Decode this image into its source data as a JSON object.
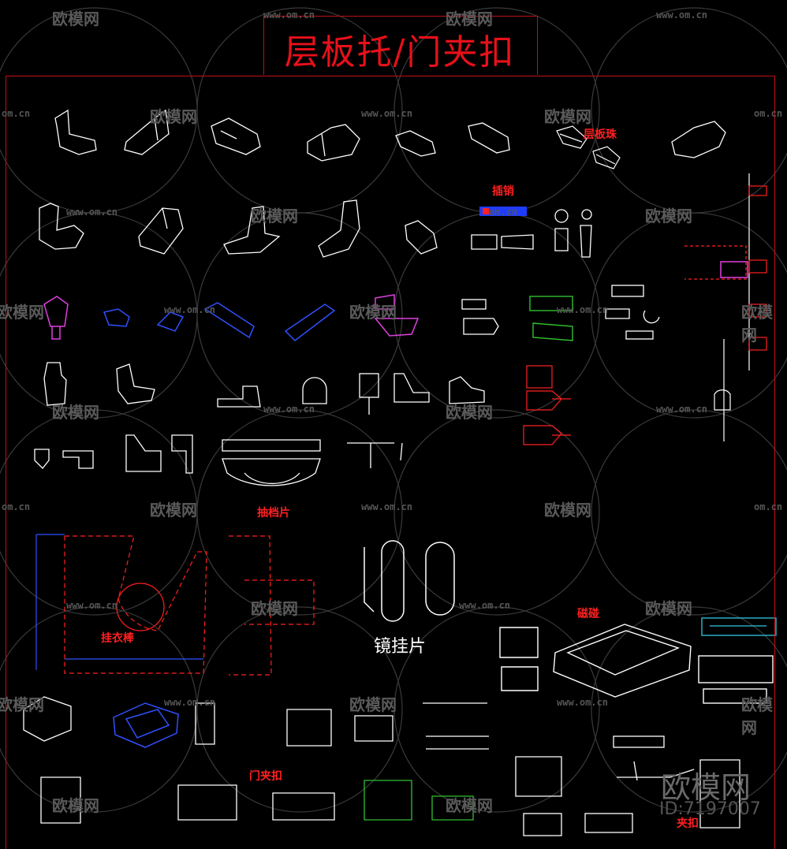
{
  "title": "层板托/门夹扣",
  "labels": {
    "shelf_ball": "层板珠",
    "pin": "插销",
    "drawer_stop": "抽档片",
    "hanging_rod": "挂衣棒",
    "mirror_hanger": "镜挂片",
    "magnetic_catch": "磁碰",
    "door_clip": "门夹扣",
    "clip": "夹扣"
  },
  "watermark": {
    "logo": "欧模网",
    "url": "www.om.cn",
    "url_short": "om.cn",
    "big_logo": "欧模网",
    "id": "ID:7197007"
  },
  "colors": {
    "background": "#000000",
    "frame": "#c0101a",
    "title": "#e8101a",
    "line_white": "#ffffff",
    "line_blue": "#3050ff",
    "line_magenta": "#e040e0",
    "line_green": "#30c030",
    "line_red": "#ff2020"
  }
}
